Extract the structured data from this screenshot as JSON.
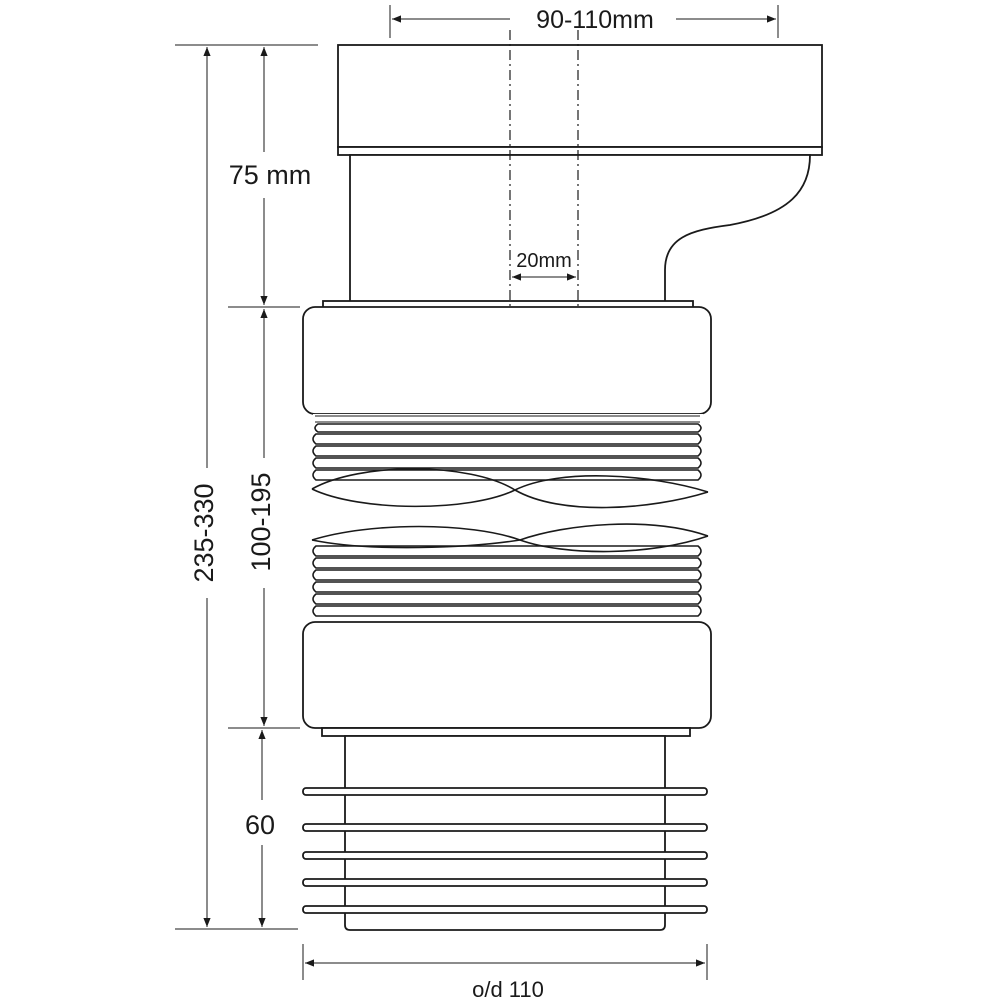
{
  "dimensions": {
    "top_width": "90-110mm",
    "offset": "20mm",
    "upper_height": "75 mm",
    "total_height": "235-330",
    "bellows_height": "100-195",
    "spigot_height": "60",
    "outer_diameter": "o/d 110"
  }
}
